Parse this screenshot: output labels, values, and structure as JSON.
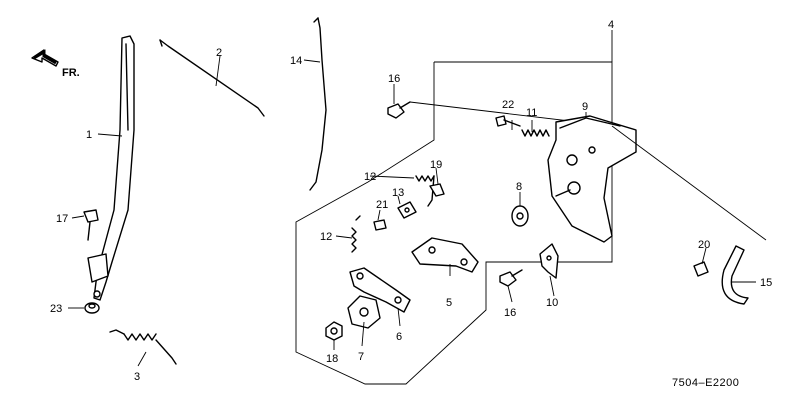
{
  "direction_label": "FR.",
  "diagram_code": "7504–E2200",
  "parts": [
    {
      "id": "p1",
      "label": "1"
    },
    {
      "id": "p2",
      "label": "2"
    },
    {
      "id": "p3",
      "label": "3"
    },
    {
      "id": "p4",
      "label": "4"
    },
    {
      "id": "p5",
      "label": "5"
    },
    {
      "id": "p6",
      "label": "6"
    },
    {
      "id": "p7",
      "label": "7"
    },
    {
      "id": "p8",
      "label": "8"
    },
    {
      "id": "p9",
      "label": "9"
    },
    {
      "id": "p10",
      "label": "10"
    },
    {
      "id": "p11",
      "label": "11"
    },
    {
      "id": "p12a",
      "label": "12"
    },
    {
      "id": "p12b",
      "label": "12"
    },
    {
      "id": "p13",
      "label": "13"
    },
    {
      "id": "p14",
      "label": "14"
    },
    {
      "id": "p15",
      "label": "15"
    },
    {
      "id": "p16a",
      "label": "16"
    },
    {
      "id": "p16b",
      "label": "16"
    },
    {
      "id": "p17",
      "label": "17"
    },
    {
      "id": "p18",
      "label": "18"
    },
    {
      "id": "p19",
      "label": "19"
    },
    {
      "id": "p20",
      "label": "20"
    },
    {
      "id": "p21",
      "label": "21"
    },
    {
      "id": "p22",
      "label": "22"
    },
    {
      "id": "p23",
      "label": "23"
    }
  ]
}
